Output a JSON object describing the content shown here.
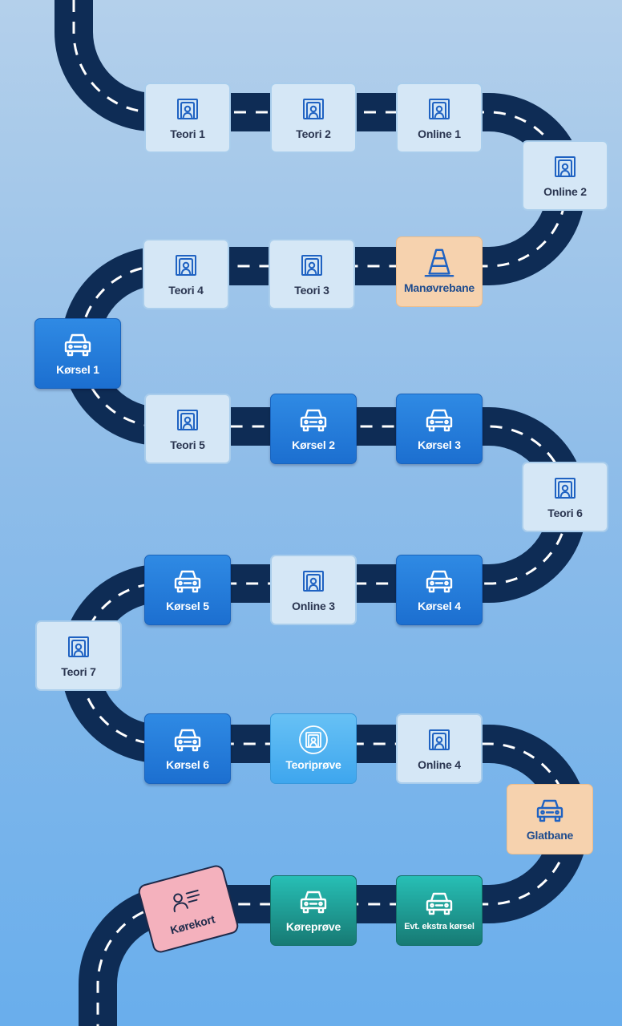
{
  "steps": [
    {
      "id": "teori1",
      "label": "Teori 1",
      "style": "light",
      "icon": "theory-icon"
    },
    {
      "id": "teori2",
      "label": "Teori 2",
      "style": "light",
      "icon": "theory-icon"
    },
    {
      "id": "online1",
      "label": "Online 1",
      "style": "light",
      "icon": "theory-icon"
    },
    {
      "id": "online2",
      "label": "Online 2",
      "style": "light",
      "icon": "theory-icon"
    },
    {
      "id": "manovrebane",
      "label": "Manøvrebane",
      "style": "orange",
      "icon": "traffic-cone-icon"
    },
    {
      "id": "teori3",
      "label": "Teori 3",
      "style": "light",
      "icon": "theory-icon"
    },
    {
      "id": "teori4",
      "label": "Teori 4",
      "style": "light",
      "icon": "theory-icon"
    },
    {
      "id": "korsel1",
      "label": "Kørsel 1",
      "style": "blue",
      "icon": "car-icon"
    },
    {
      "id": "teori5",
      "label": "Teori 5",
      "style": "light",
      "icon": "theory-icon"
    },
    {
      "id": "korsel2",
      "label": "Kørsel 2",
      "style": "blue",
      "icon": "car-icon"
    },
    {
      "id": "korsel3",
      "label": "Kørsel 3",
      "style": "blue",
      "icon": "car-icon"
    },
    {
      "id": "teori6",
      "label": "Teori 6",
      "style": "light",
      "icon": "theory-icon"
    },
    {
      "id": "korsel4",
      "label": "Kørsel 4",
      "style": "blue",
      "icon": "car-icon"
    },
    {
      "id": "online3",
      "label": "Online 3",
      "style": "light",
      "icon": "theory-icon"
    },
    {
      "id": "korsel5",
      "label": "Kørsel 5",
      "style": "blue",
      "icon": "car-icon"
    },
    {
      "id": "teori7",
      "label": "Teori 7",
      "style": "light",
      "icon": "theory-icon"
    },
    {
      "id": "korsel6",
      "label": "Kørsel 6",
      "style": "blue",
      "icon": "car-icon"
    },
    {
      "id": "teoriprove",
      "label": "Teoriprøve",
      "style": "sky",
      "icon": "theory-badge-icon"
    },
    {
      "id": "online4",
      "label": "Online 4",
      "style": "light",
      "icon": "theory-icon"
    },
    {
      "id": "glatbane",
      "label": "Glatbane",
      "style": "orange",
      "icon": "car-icon"
    },
    {
      "id": "ekstra",
      "label": "Evt. ekstra kørsel",
      "style": "teal",
      "icon": "car-icon"
    },
    {
      "id": "koreprove",
      "label": "Køreprøve",
      "style": "teal",
      "icon": "car-icon"
    },
    {
      "id": "korekort",
      "label": "Kørekort",
      "style": "pink",
      "icon": "license-icon"
    }
  ],
  "colors": {
    "road": "#0e2c55",
    "road_marking": "#ffffff",
    "light_tile": "#d5e7f6",
    "blue_tile": "#2479d8",
    "sky_tile": "#50b3f1",
    "orange_tile": "#f6d2ae",
    "teal_tile": "#1f9a92",
    "pink_tile": "#f4b1bd"
  }
}
